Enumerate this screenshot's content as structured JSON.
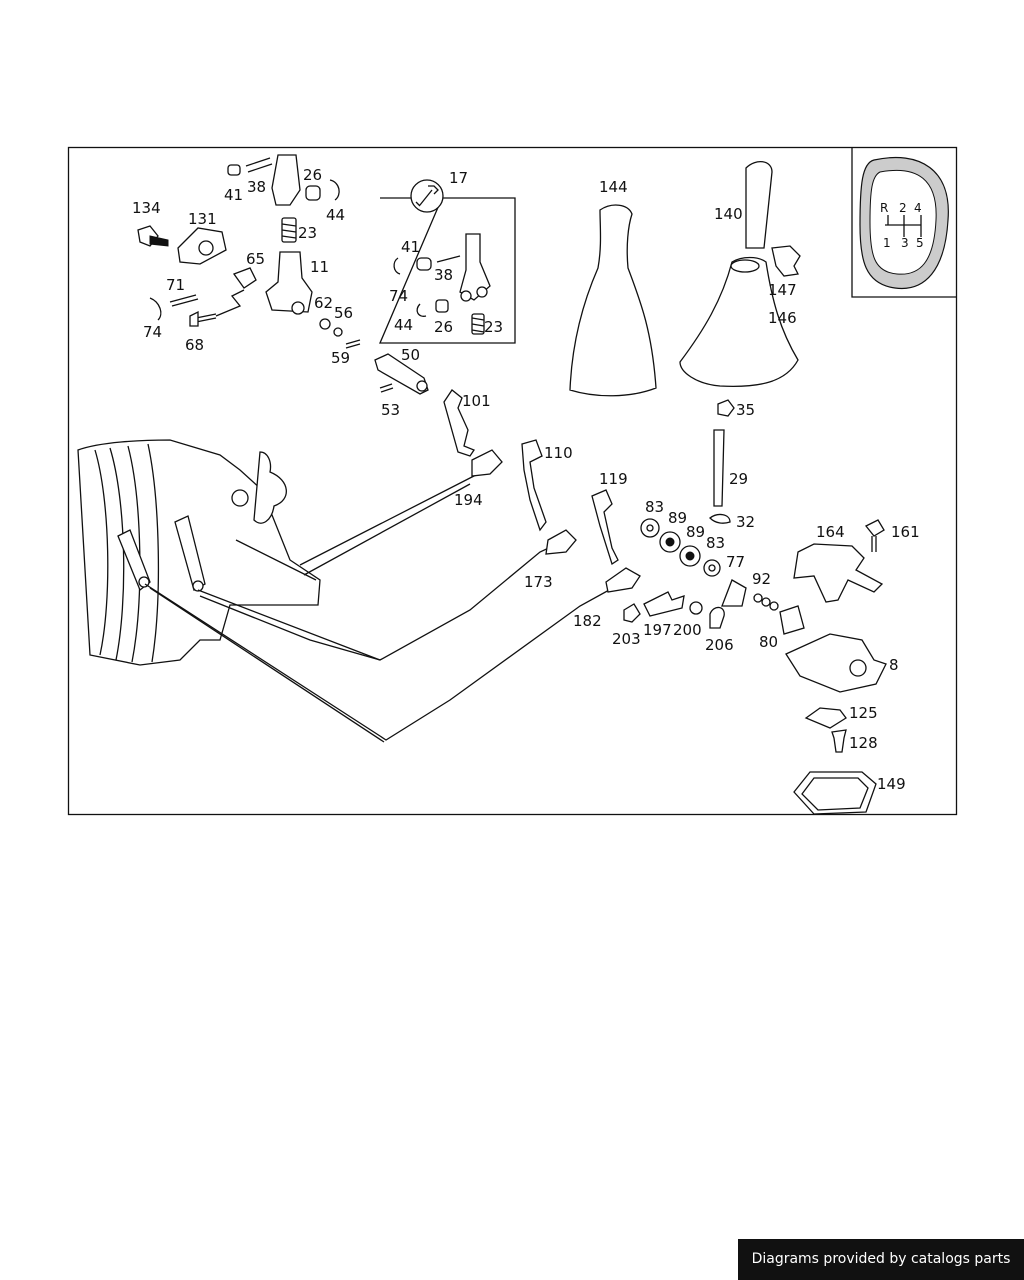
{
  "diagram": {
    "labels": {
      "p17": "17",
      "p41a": "41",
      "p38a": "38",
      "p26a": "26",
      "p44a": "44",
      "p23a": "23",
      "p134": "134",
      "p131": "131",
      "p65": "65",
      "p11": "11",
      "p71": "71",
      "p74a": "74",
      "p68": "68",
      "p62": "62",
      "p56": "56",
      "p59": "59",
      "p50": "50",
      "p53": "53",
      "p41b": "41",
      "p38b": "38",
      "p74b": "74",
      "p44b": "44",
      "p26b": "26",
      "p23b": "23",
      "p144": "144",
      "p140": "140",
      "p147": "147",
      "p146": "146",
      "p35": "35",
      "p101": "101",
      "p110": "110",
      "p194": "194",
      "p29": "29",
      "p32": "32",
      "p119": "119",
      "p83a": "83",
      "p89a": "89",
      "p89b": "89",
      "p83b": "83",
      "p77": "77",
      "p92": "92",
      "p164": "164",
      "p161": "161",
      "p173": "173",
      "p182": "182",
      "p203": "203",
      "p197": "197",
      "p200": "200",
      "p206": "206",
      "p80": "80",
      "p8": "8",
      "p125": "125",
      "p128": "128",
      "p149": "149"
    },
    "shift_pattern": {
      "r": "R",
      "g2": "2",
      "g4": "4",
      "g1": "1",
      "g3": "3",
      "g5": "5"
    }
  },
  "footer": {
    "credit": "Diagrams provided by catalogs parts"
  }
}
